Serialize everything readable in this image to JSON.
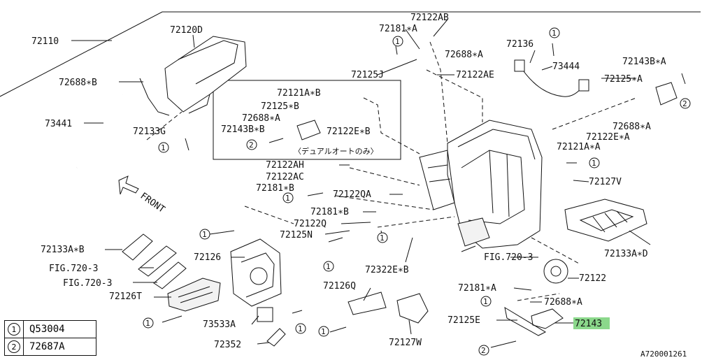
{
  "colors": {
    "highlight": "#8bd88b",
    "line": "#111111"
  },
  "callouts": {
    "c72110": "72110",
    "c72120D": "72120D",
    "c72688B_left": "72688∗B",
    "c73441": "73441",
    "c72133G": "72133G",
    "c72121AB": "72121A∗B",
    "c72125B": "72125∗B",
    "c72688A_box": "72688∗A",
    "c72143BB": "72143B∗B",
    "c72122EB": "72122E∗B",
    "box_note": "〈デュアルオートのみ〉",
    "c72122AB": "72122AB",
    "c72181A_top": "72181∗A",
    "c72688A_top": "72688∗A",
    "c72125J": "72125J",
    "c72122AE": "72122AE",
    "c72136": "72136",
    "c73444": "73444",
    "c72143BA": "72143B∗A",
    "c72125A": "72125∗A",
    "c72688A_right": "72688∗A",
    "c72122EA": "72122E∗A",
    "c72121AA": "72121A∗A",
    "c72122AH": "72122AH",
    "c72122AC": "72122AC",
    "c72181B_1": "72181∗B",
    "c72122QA": "72122QA",
    "c72181B_2": "72181∗B",
    "c72122Q": "72122Q",
    "c72125N": "72125N",
    "c72127V": "72127V",
    "c72133AD": "72133A∗D",
    "c72133AB": "72133A∗B",
    "c72126": "72126",
    "fig_1": "FIG.720-3",
    "fig_2": "FIG.720-3",
    "fig_3": "FIG.720-3",
    "c72126T": "72126T",
    "c72322EB": "72322E∗B",
    "c72126Q": "72126Q",
    "c72122": "72122",
    "c72181A_bot": "72181∗A",
    "c72688A_bot": "72688∗A",
    "c72125E": "72125E",
    "c72143": "72143",
    "c73533A": "73533A",
    "c72352": "72352",
    "c72127W": "72127W",
    "front": "FRONT",
    "drawing_id": "A720001261"
  },
  "legend": [
    {
      "mark": "1",
      "code": "Q53004"
    },
    {
      "mark": "2",
      "code": "72687A"
    }
  ],
  "markers": {
    "one": "1",
    "two": "2"
  }
}
